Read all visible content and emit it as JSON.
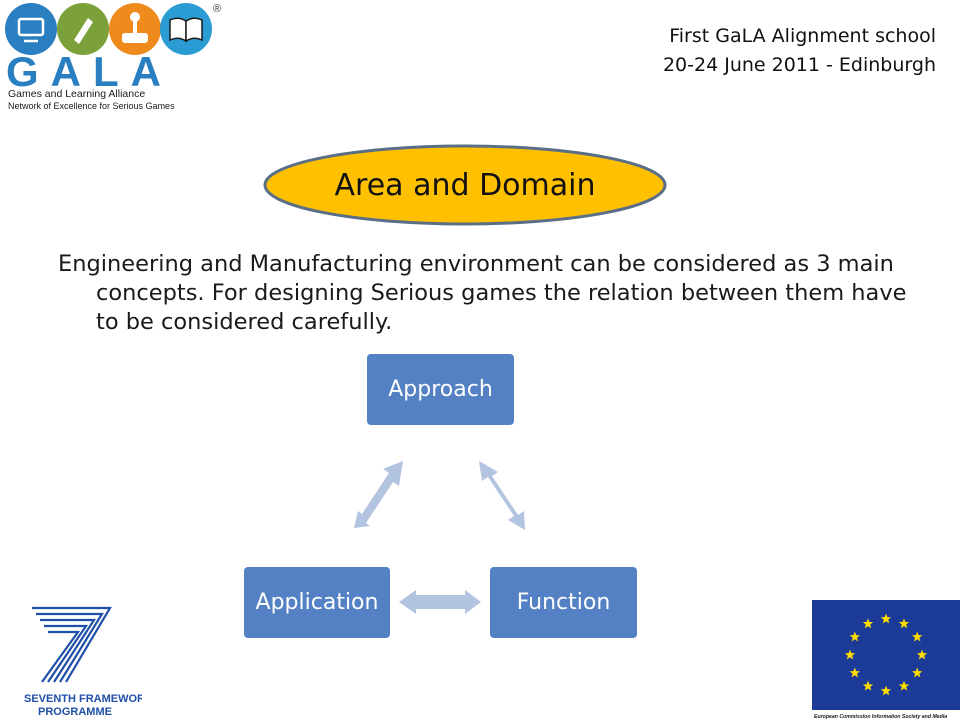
{
  "header": {
    "line1": "First GaLA Alignment school",
    "line2": "20-24 June 2011 - Edinburgh"
  },
  "gala_logo": {
    "wordmark": "GALA",
    "registered": "®",
    "tagline1": "Games and Learning Alliance",
    "tagline2": "Network of Excellence for Serious Games",
    "circle_colors": [
      "#2a7fc1",
      "#7da13a",
      "#ef8a1d",
      "#2b9bd3"
    ]
  },
  "title": "Area and Domain",
  "body": "Engineering and Manufacturing environment can be considered as 3 main concepts. For designing Serious games the relation between them have to be considered carefully.",
  "diagram": {
    "nodes": {
      "approach": "Approach",
      "application": "Application",
      "function": "Function"
    },
    "node_color": "#5480c4",
    "arrow_color": "#b3c4e0"
  },
  "fp7_logo": {
    "line1": "SEVENTH FRAMEWORK",
    "line2": "PROGRAMME",
    "color": "#1f4fa8"
  },
  "eu_logo": {
    "caption": "European Commission Information Society and Media",
    "flag_color": "#1c3a97",
    "star_color": "#ffdd00"
  },
  "colors": {
    "oval_fill": "#ffc000",
    "oval_stroke": "#5a6f86"
  }
}
